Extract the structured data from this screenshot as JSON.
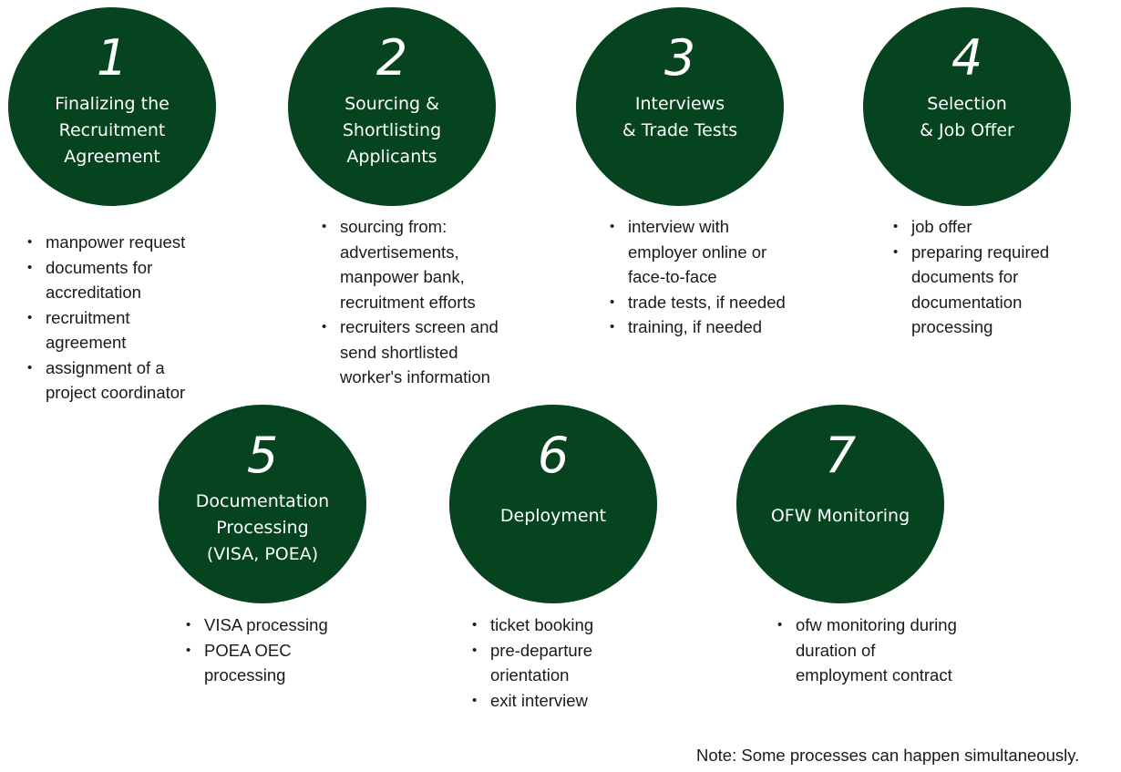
{
  "colors": {
    "circle": "#064420",
    "text": "#1a1a1a"
  },
  "steps": [
    {
      "number": "1",
      "title": "Finalizing the\nRecruitment\n Agreement",
      "items": [
        "manpower request",
        "documents for accreditation",
        "recruitment agreement",
        "assignment of a project coordinator"
      ]
    },
    {
      "number": "2",
      "title": "Sourcing &\nShortlisting\nApplicants",
      "items": [
        "sourcing from: advertisements, manpower bank, recruitment efforts",
        "recruiters screen and send shortlisted worker's information"
      ]
    },
    {
      "number": "3",
      "title": "Interviews\n& Trade Tests",
      "items": [
        "interview with employer online or face-to-face",
        "trade tests, if needed",
        "training, if needed"
      ]
    },
    {
      "number": "4",
      "title": "Selection\n& Job Offer",
      "items": [
        "job offer",
        "preparing required documents for documentation processing"
      ]
    },
    {
      "number": "5",
      "title": "Documentation\nProcessing\n(VISA, POEA)",
      "items": [
        "VISA processing",
        "POEA OEC processing"
      ]
    },
    {
      "number": "6",
      "title": "Deployment",
      "items": [
        "ticket booking",
        "pre-departure orientation",
        "exit interview"
      ]
    },
    {
      "number": "7",
      "title": "OFW Monitoring",
      "items": [
        "ofw monitoring during duration of employment contract"
      ]
    }
  ],
  "note": "Note: Some processes can happen simultaneously."
}
